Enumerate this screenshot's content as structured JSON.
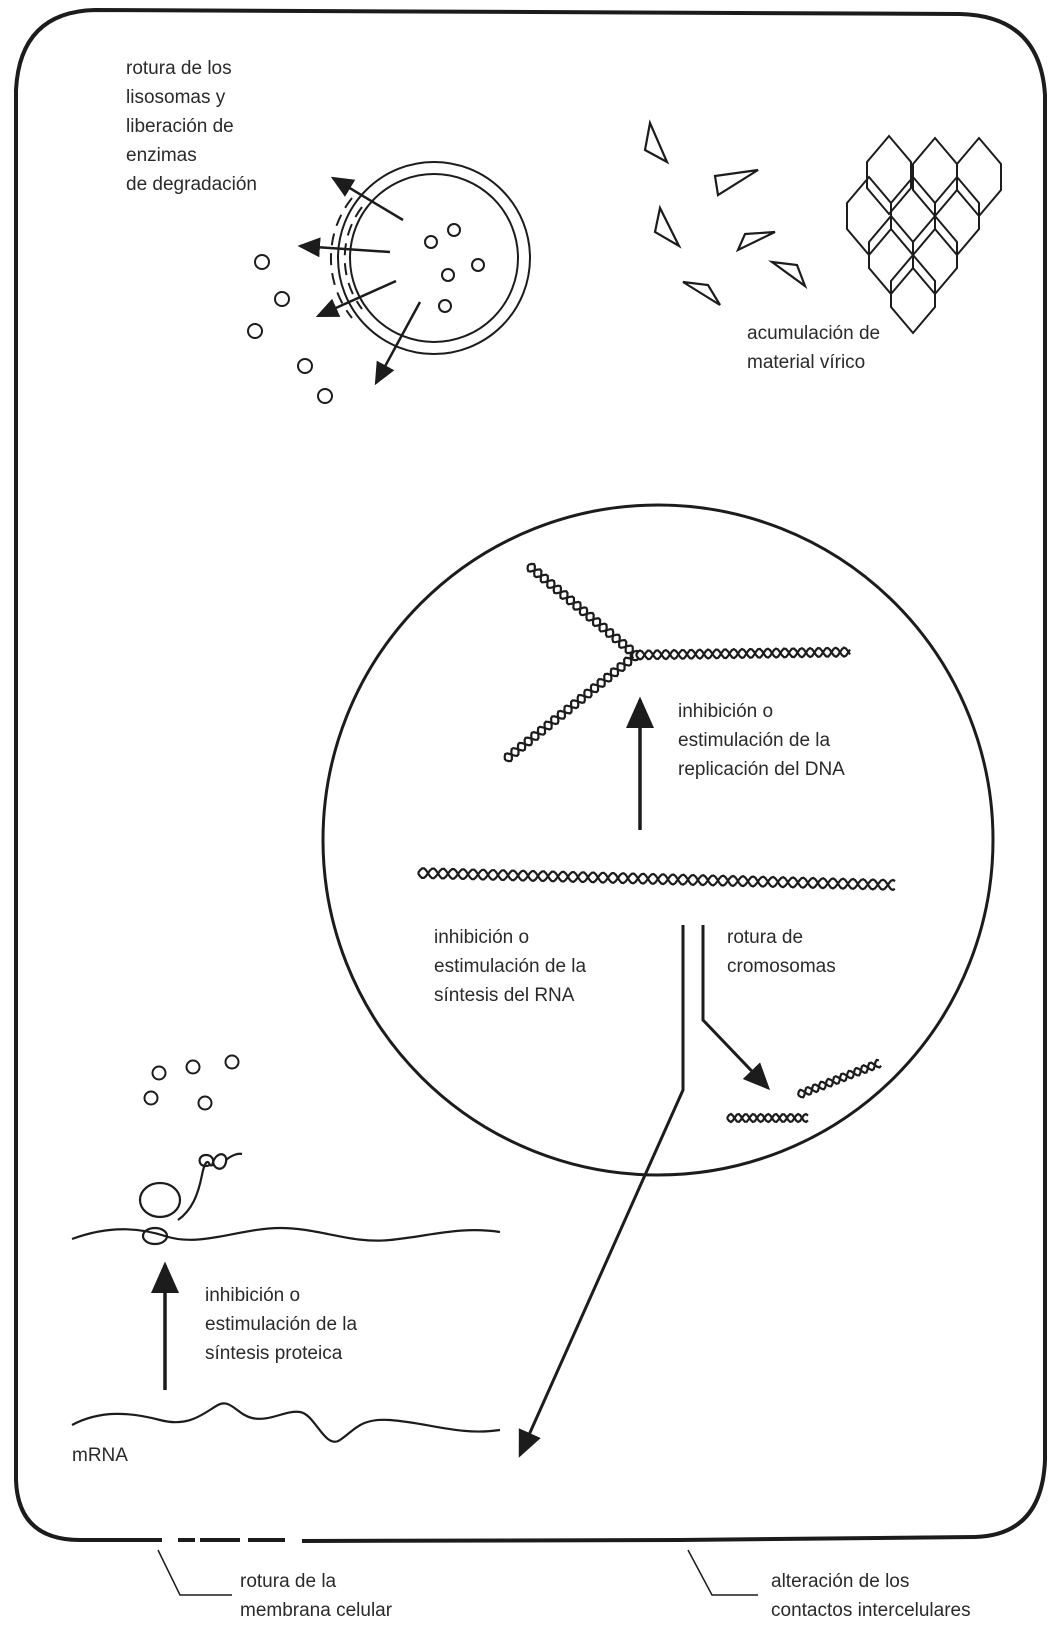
{
  "labels": {
    "lysosome": [
      "rotura de los",
      "lisosomas y",
      "liberación de",
      "enzimas",
      "de degradación"
    ],
    "viral": [
      "acumulación de",
      "material vírico"
    ],
    "dna_replication": [
      "inhibición o",
      "estimulación de la",
      "replicación del DNA"
    ],
    "rna_synthesis": [
      "inhibición o",
      "estimulación de la",
      "síntesis del RNA"
    ],
    "chromosome_break": [
      "rotura de",
      "cromosomas"
    ],
    "protein_synthesis": [
      "inhibición o",
      "estimulación de la",
      "síntesis proteica"
    ],
    "mrna": "mRNA",
    "membrane_break": [
      "rotura de la",
      "membrana celular"
    ],
    "intercellular": [
      "alteración de los",
      "contactos intercelulares"
    ]
  },
  "colors": {
    "ink": "#1c1c1c",
    "text": "#2a2a2a",
    "background": "#ffffff"
  }
}
